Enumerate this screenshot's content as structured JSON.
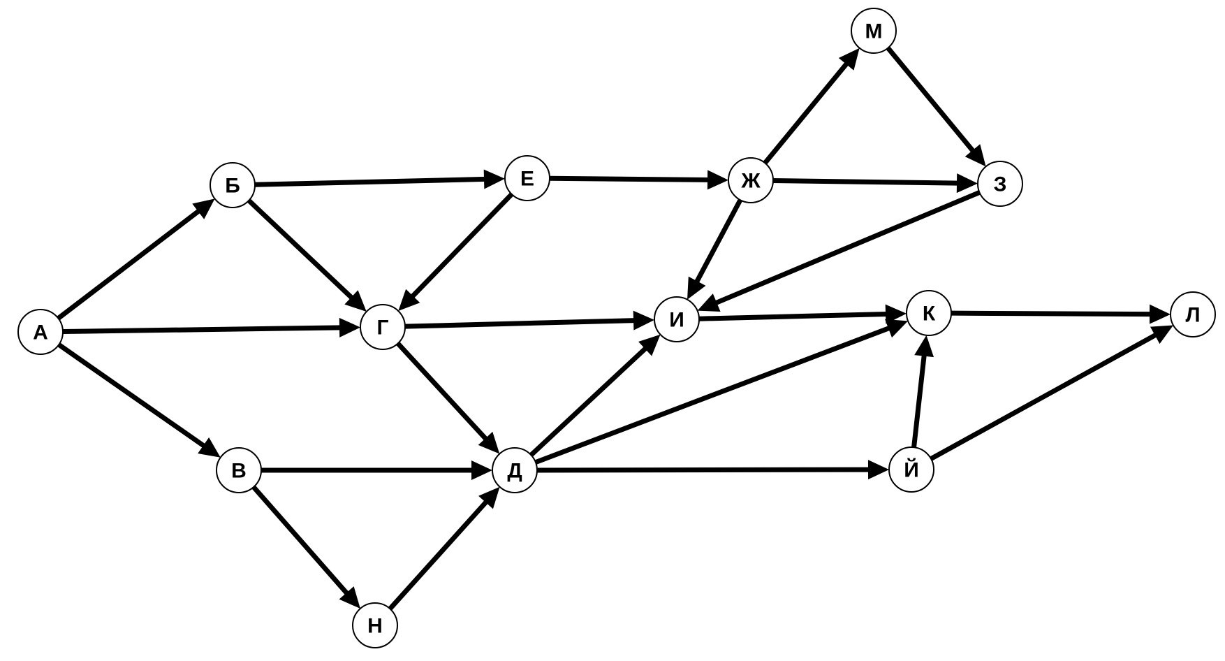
{
  "graph": {
    "nodes": [
      {
        "id": "A",
        "label": "А"
      },
      {
        "id": "B",
        "label": "Б"
      },
      {
        "id": "V",
        "label": "В"
      },
      {
        "id": "G",
        "label": "Г"
      },
      {
        "id": "D",
        "label": "Д"
      },
      {
        "id": "E",
        "label": "Е"
      },
      {
        "id": "Zh",
        "label": "Ж"
      },
      {
        "id": "Z",
        "label": "З"
      },
      {
        "id": "I",
        "label": "И"
      },
      {
        "id": "Y",
        "label": "Й"
      },
      {
        "id": "K",
        "label": "К"
      },
      {
        "id": "L",
        "label": "Л"
      },
      {
        "id": "M",
        "label": "М"
      },
      {
        "id": "N",
        "label": "Н"
      }
    ],
    "edges": [
      {
        "from": "A",
        "to": "B"
      },
      {
        "from": "A",
        "to": "G"
      },
      {
        "from": "A",
        "to": "V"
      },
      {
        "from": "B",
        "to": "E"
      },
      {
        "from": "B",
        "to": "G"
      },
      {
        "from": "E",
        "to": "G"
      },
      {
        "from": "E",
        "to": "Zh"
      },
      {
        "from": "Zh",
        "to": "M"
      },
      {
        "from": "Zh",
        "to": "Z"
      },
      {
        "from": "Zh",
        "to": "I"
      },
      {
        "from": "M",
        "to": "Z"
      },
      {
        "from": "Z",
        "to": "I"
      },
      {
        "from": "G",
        "to": "I"
      },
      {
        "from": "G",
        "to": "D"
      },
      {
        "from": "V",
        "to": "D"
      },
      {
        "from": "V",
        "to": "N"
      },
      {
        "from": "N",
        "to": "D"
      },
      {
        "from": "D",
        "to": "I"
      },
      {
        "from": "D",
        "to": "K"
      },
      {
        "from": "D",
        "to": "Y"
      },
      {
        "from": "I",
        "to": "K"
      },
      {
        "from": "K",
        "to": "L"
      },
      {
        "from": "Y",
        "to": "K"
      },
      {
        "from": "Y",
        "to": "L"
      }
    ]
  }
}
